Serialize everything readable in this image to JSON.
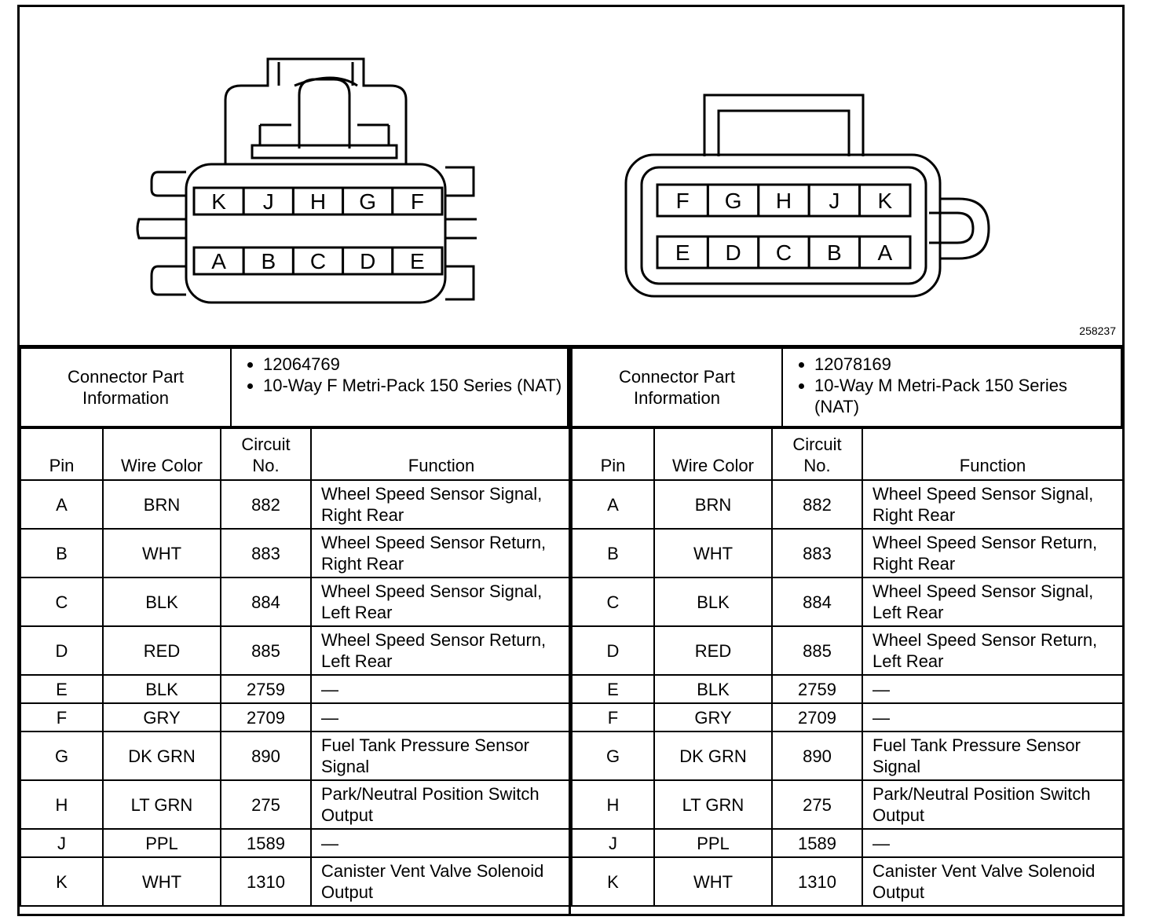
{
  "figure": {
    "ref_number": "258237"
  },
  "connectors": [
    {
      "info_label": "Connector Part Information",
      "info_items": [
        "12064769",
        "10-Way F Metri-Pack 150 Series (NAT)"
      ],
      "columns": {
        "pin": "Pin",
        "wire_color": "Wire Color",
        "circuit": "Circuit No.",
        "function": "Function"
      },
      "rows": [
        {
          "pin": "A",
          "wire": "BRN",
          "circuit": "882",
          "function": "Wheel Speed Sensor Signal, Right Rear"
        },
        {
          "pin": "B",
          "wire": "WHT",
          "circuit": "883",
          "function": "Wheel Speed Sensor Return, Right Rear"
        },
        {
          "pin": "C",
          "wire": "BLK",
          "circuit": "884",
          "function": "Wheel Speed Sensor Signal, Left Rear"
        },
        {
          "pin": "D",
          "wire": "RED",
          "circuit": "885",
          "function": "Wheel Speed Sensor Return, Left Rear"
        },
        {
          "pin": "E",
          "wire": "BLK",
          "circuit": "2759",
          "function": "—"
        },
        {
          "pin": "F",
          "wire": "GRY",
          "circuit": "2709",
          "function": "—"
        },
        {
          "pin": "G",
          "wire": "DK GRN",
          "circuit": "890",
          "function": "Fuel Tank Pressure Sensor Signal"
        },
        {
          "pin": "H",
          "wire": "LT GRN",
          "circuit": "275",
          "function": "Park/Neutral Position Switch Output"
        },
        {
          "pin": "J",
          "wire": "PPL",
          "circuit": "1589",
          "function": "—"
        },
        {
          "pin": "K",
          "wire": "WHT",
          "circuit": "1310",
          "function": "Canister Vent Valve Solenoid Output"
        }
      ],
      "diagram": {
        "top_row": [
          "K",
          "J",
          "H",
          "G",
          "F"
        ],
        "bottom_row": [
          "A",
          "B",
          "C",
          "D",
          "E"
        ]
      }
    },
    {
      "info_label": "Connector Part Information",
      "info_items": [
        "12078169",
        "10-Way M Metri-Pack 150 Series (NAT)"
      ],
      "columns": {
        "pin": "Pin",
        "wire_color": "Wire Color",
        "circuit": "Circuit No.",
        "function": "Function"
      },
      "rows": [
        {
          "pin": "A",
          "wire": "BRN",
          "circuit": "882",
          "function": "Wheel Speed Sensor Signal, Right Rear"
        },
        {
          "pin": "B",
          "wire": "WHT",
          "circuit": "883",
          "function": "Wheel Speed Sensor Return, Right Rear"
        },
        {
          "pin": "C",
          "wire": "BLK",
          "circuit": "884",
          "function": "Wheel Speed Sensor Signal, Left Rear"
        },
        {
          "pin": "D",
          "wire": "RED",
          "circuit": "885",
          "function": "Wheel Speed Sensor Return, Left Rear"
        },
        {
          "pin": "E",
          "wire": "BLK",
          "circuit": "2759",
          "function": "—"
        },
        {
          "pin": "F",
          "wire": "GRY",
          "circuit": "2709",
          "function": "—"
        },
        {
          "pin": "G",
          "wire": "DK GRN",
          "circuit": "890",
          "function": "Fuel Tank Pressure Sensor Signal"
        },
        {
          "pin": "H",
          "wire": "LT GRN",
          "circuit": "275",
          "function": "Park/Neutral Position Switch Output"
        },
        {
          "pin": "J",
          "wire": "PPL",
          "circuit": "1589",
          "function": "—"
        },
        {
          "pin": "K",
          "wire": "WHT",
          "circuit": "1310",
          "function": "Canister Vent Valve Solenoid Output"
        }
      ],
      "diagram": {
        "top_row": [
          "F",
          "G",
          "H",
          "J",
          "K"
        ],
        "bottom_row": [
          "E",
          "D",
          "C",
          "B",
          "A"
        ]
      }
    }
  ]
}
